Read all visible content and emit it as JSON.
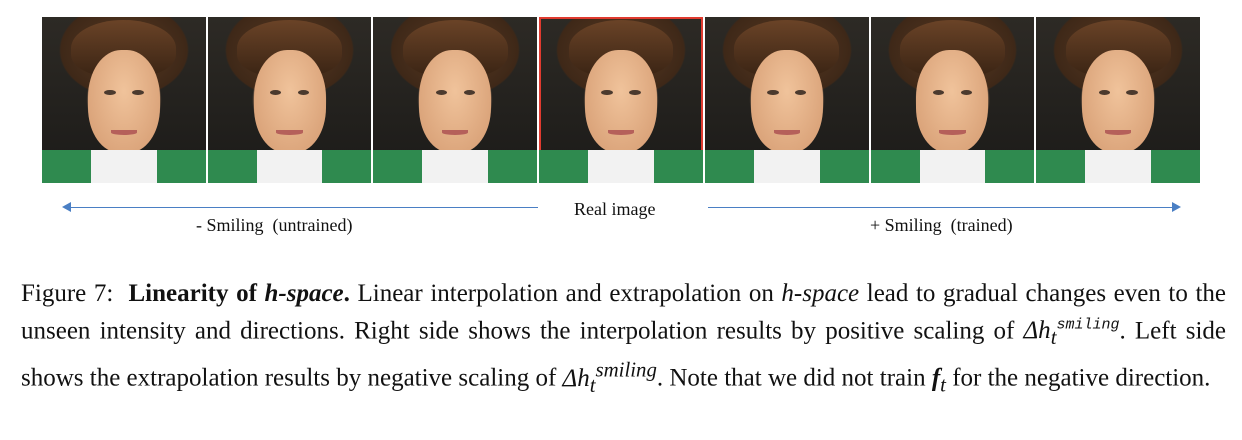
{
  "figure": {
    "faces": [
      {
        "role": "neg-3"
      },
      {
        "role": "neg-2"
      },
      {
        "role": "neg-1"
      },
      {
        "role": "real"
      },
      {
        "role": "pos-1"
      },
      {
        "role": "pos-2"
      },
      {
        "role": "pos-3"
      }
    ],
    "real_image_label": "Real image",
    "negative_label": "- Smiling  (untrained)",
    "positive_label": "+ Smiling  (trained)",
    "arrow_color": "#4a7fc4",
    "highlight_color": "#e03a2f"
  },
  "caption": {
    "fig_number": "Figure 7:",
    "bold_title_a": "Linearity of",
    "bold_title_b": "h-space",
    "bold_title_c": ".",
    "text_1": " Linear interpolation and extrapolation on ",
    "italic_1": "h-space",
    "text_2": " lead to gradual changes even to the unseen intensity and directions. Right side shows the interpolation results by positive scaling of ",
    "math_delta": "Δh",
    "math_sub_t": "t",
    "math_sup_mono": "smiling",
    "text_3": ". Left side shows the extrapolation results by negative scaling of ",
    "math_sup_italic": "smiling",
    "text_4": ". Note that we did not train ",
    "math_f": "f",
    "text_5": " for the negative direction."
  }
}
